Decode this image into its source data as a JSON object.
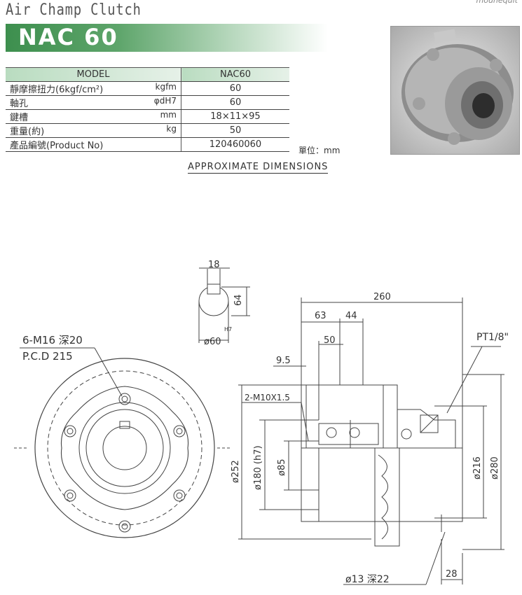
{
  "header": {
    "brand": "Air Champ Clutch",
    "corner_text": "mounequit",
    "model_title": "NAC 60"
  },
  "spec_table": {
    "head": {
      "label": "MODEL",
      "value": "NAC60"
    },
    "rows": [
      {
        "label": "靜摩擦扭力(6kgf/cm²)",
        "unit": "kgfm",
        "value": "60"
      },
      {
        "label": "軸孔",
        "unit": "φdH7",
        "value": "60"
      },
      {
        "label": "鍵槽",
        "unit": "mm",
        "value": "18×11×95"
      },
      {
        "label": "重量(約)",
        "unit": "kg",
        "value": "50"
      },
      {
        "label": "產品編號(Product No)",
        "unit": "",
        "value": "120460060"
      }
    ],
    "unit_note": "單位：mm"
  },
  "approx_title": "APPROXIMATE DIMENSIONS",
  "dimensions": {
    "key_width": "18",
    "key_height": "64",
    "shaft_dia": "ø60",
    "shaft_tol": "H7",
    "bolt_spec": "6-M16 深20",
    "pcd": "P.C.D 215",
    "len_total": "260",
    "len_63": "63",
    "len_44": "44",
    "len_50": "50",
    "len_9_5": "9.5",
    "tap": "2-M10X1.5",
    "pt": "PT1/8\"",
    "d252": "ø252",
    "d180": "ø180 (h7)",
    "d85": "ø85",
    "d216": "ø216",
    "d280": "ø280",
    "hole": "ø13 深22",
    "len_28": "28"
  }
}
